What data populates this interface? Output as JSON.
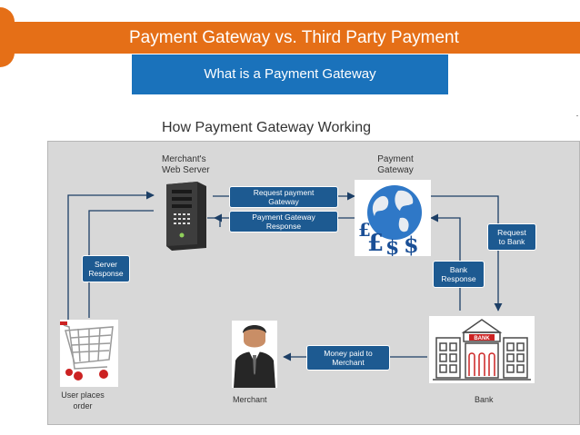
{
  "header": {
    "title": "Payment Gateway vs. Third Party Payment",
    "subtitle": "What is a Payment Gateway"
  },
  "diagram": {
    "heading": "How Payment Gateway Working",
    "nodes": {
      "web_server": "Merchant's\nWeb Server",
      "gateway": "Payment\nGateway",
      "user": "User places\norder",
      "merchant": "Merchant",
      "bank": "Bank"
    },
    "flows": {
      "request_gateway": "Request payment\nGateway",
      "gateway_response": "Payment Gateway\nResponse",
      "request_bank": "Request\nto Bank",
      "bank_response": "Bank\nResponse",
      "money_paid": "Money paid to\nMerchant",
      "server_response": "Server\nResponse"
    },
    "bank_sign": "BANK"
  },
  "colors": {
    "accent_orange": "#e56f17",
    "accent_blue": "#1a72bb",
    "box_navy": "#1d5a91",
    "panel_gray": "#d8d8d8"
  }
}
